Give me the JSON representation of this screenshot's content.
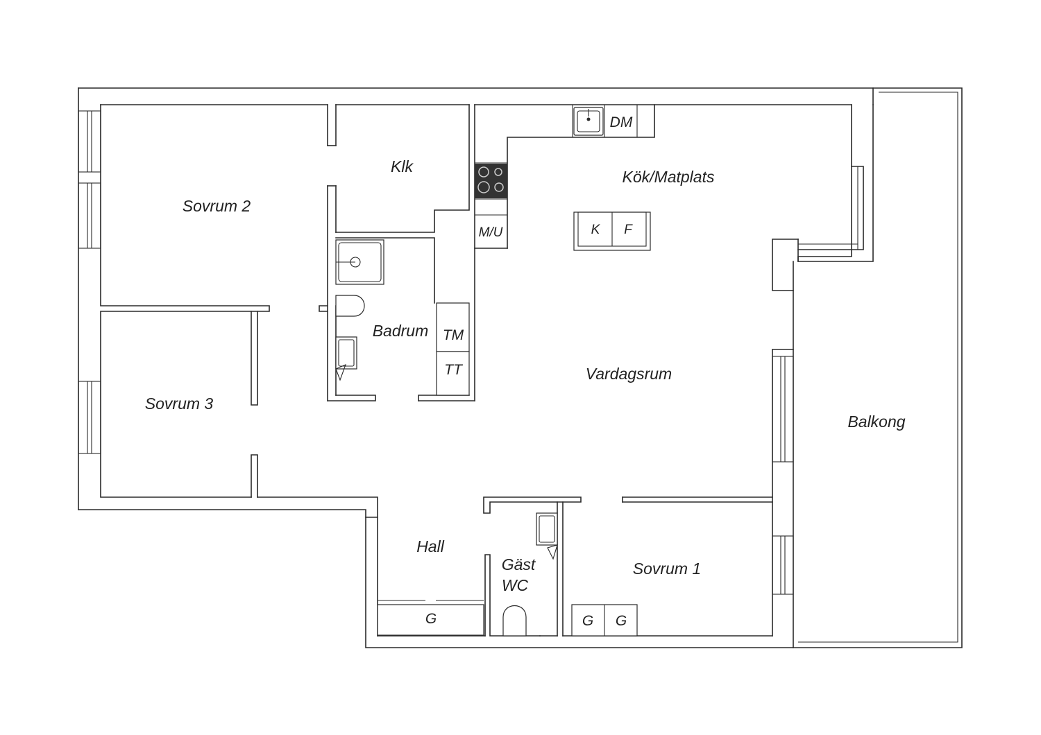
{
  "rooms": {
    "sovrum2": "Sovrum 2",
    "sovrum3": "Sovrum 3",
    "sovrum1": "Sovrum 1",
    "klk": "Klk",
    "kok": "Kök/Matplats",
    "badrum": "Badrum",
    "vardagsrum": "Vardagsrum",
    "hall": "Hall",
    "gast_line1": "Gäst",
    "gast_line2": "WC",
    "balkong": "Balkong"
  },
  "fixtures": {
    "dishwasher": "DM",
    "microwave_oven": "M/U",
    "fridge": "K",
    "freezer": "F",
    "dryer": "TM",
    "washer": "TT",
    "wardrobe_hall": "G",
    "wardrobe_bed1_a": "G",
    "wardrobe_bed1_b": "G"
  },
  "colors": {
    "line": "#2a2a2a",
    "background": "#ffffff",
    "cooktop": "#333333"
  }
}
